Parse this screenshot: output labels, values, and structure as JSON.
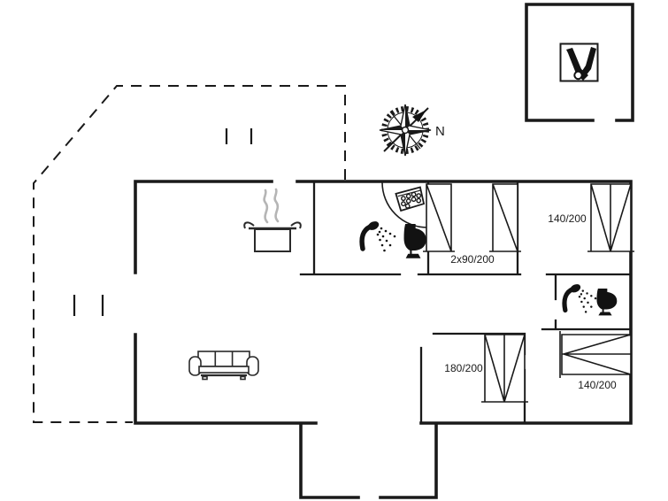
{
  "colors": {
    "background": "#ffffff",
    "ink": "#1a1a1a",
    "steam": "#b5b5b5"
  },
  "compass": {
    "north_label": "N"
  },
  "bed_labels": {
    "bedroom_top_right": "140/200",
    "bedroom_middle": "2x90/200",
    "bedroom_bottom_middle": "180/200",
    "bedroom_bottom_right": "140/200"
  },
  "icons": {
    "compass_rose": "compass-rose",
    "kitchen": "cooking-pot-with-steam",
    "living_room": "three-seat-sofa",
    "bathroom_1": [
      "handheld-shower",
      "toilet",
      "washbasin-with-bubbles",
      "door-swing-arc"
    ],
    "bathroom_2": [
      "handheld-shower",
      "toilet"
    ],
    "outbuilding": "cleaning-tools-box"
  }
}
